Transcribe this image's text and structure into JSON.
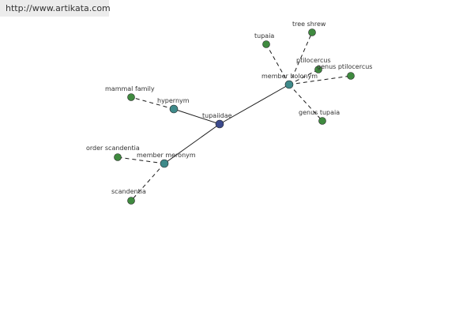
{
  "header": {
    "url": "http://www.artikata.com"
  },
  "graph": {
    "center": {
      "id": "tupaiidae",
      "label": "tupaiidae",
      "color": "#3c4a8c"
    },
    "relations": [
      {
        "id": "member-holonym",
        "label": "member holonym",
        "color": "#3f8a8a"
      },
      {
        "id": "hypernym",
        "label": "hypernym",
        "color": "#3f8a8a"
      },
      {
        "id": "member-meronym",
        "label": "member meronym",
        "color": "#3f8a8a"
      }
    ],
    "terms": [
      {
        "id": "tupaia",
        "label": "tupaia",
        "relation": "member-holonym",
        "color": "#3f8a3f"
      },
      {
        "id": "tree-shrew",
        "label": "tree shrew",
        "relation": "member-holonym",
        "color": "#3f8a3f"
      },
      {
        "id": "ptilocercus",
        "label": "ptilocercus",
        "relation": "member-holonym",
        "color": "#3f8a3f"
      },
      {
        "id": "genus-ptilocercus",
        "label": "genus ptilocercus",
        "relation": "member-holonym",
        "color": "#3f8a3f"
      },
      {
        "id": "genus-tupaia",
        "label": "genus tupaia",
        "relation": "member-holonym",
        "color": "#3f8a3f"
      },
      {
        "id": "mammal-family",
        "label": "mammal family",
        "relation": "hypernym",
        "color": "#3f8a3f"
      },
      {
        "id": "order-scandentia",
        "label": "order scandentia",
        "relation": "member-meronym",
        "color": "#3f8a3f"
      },
      {
        "id": "scandentia",
        "label": "scandentia",
        "relation": "member-meronym",
        "color": "#3f8a3f"
      }
    ]
  }
}
